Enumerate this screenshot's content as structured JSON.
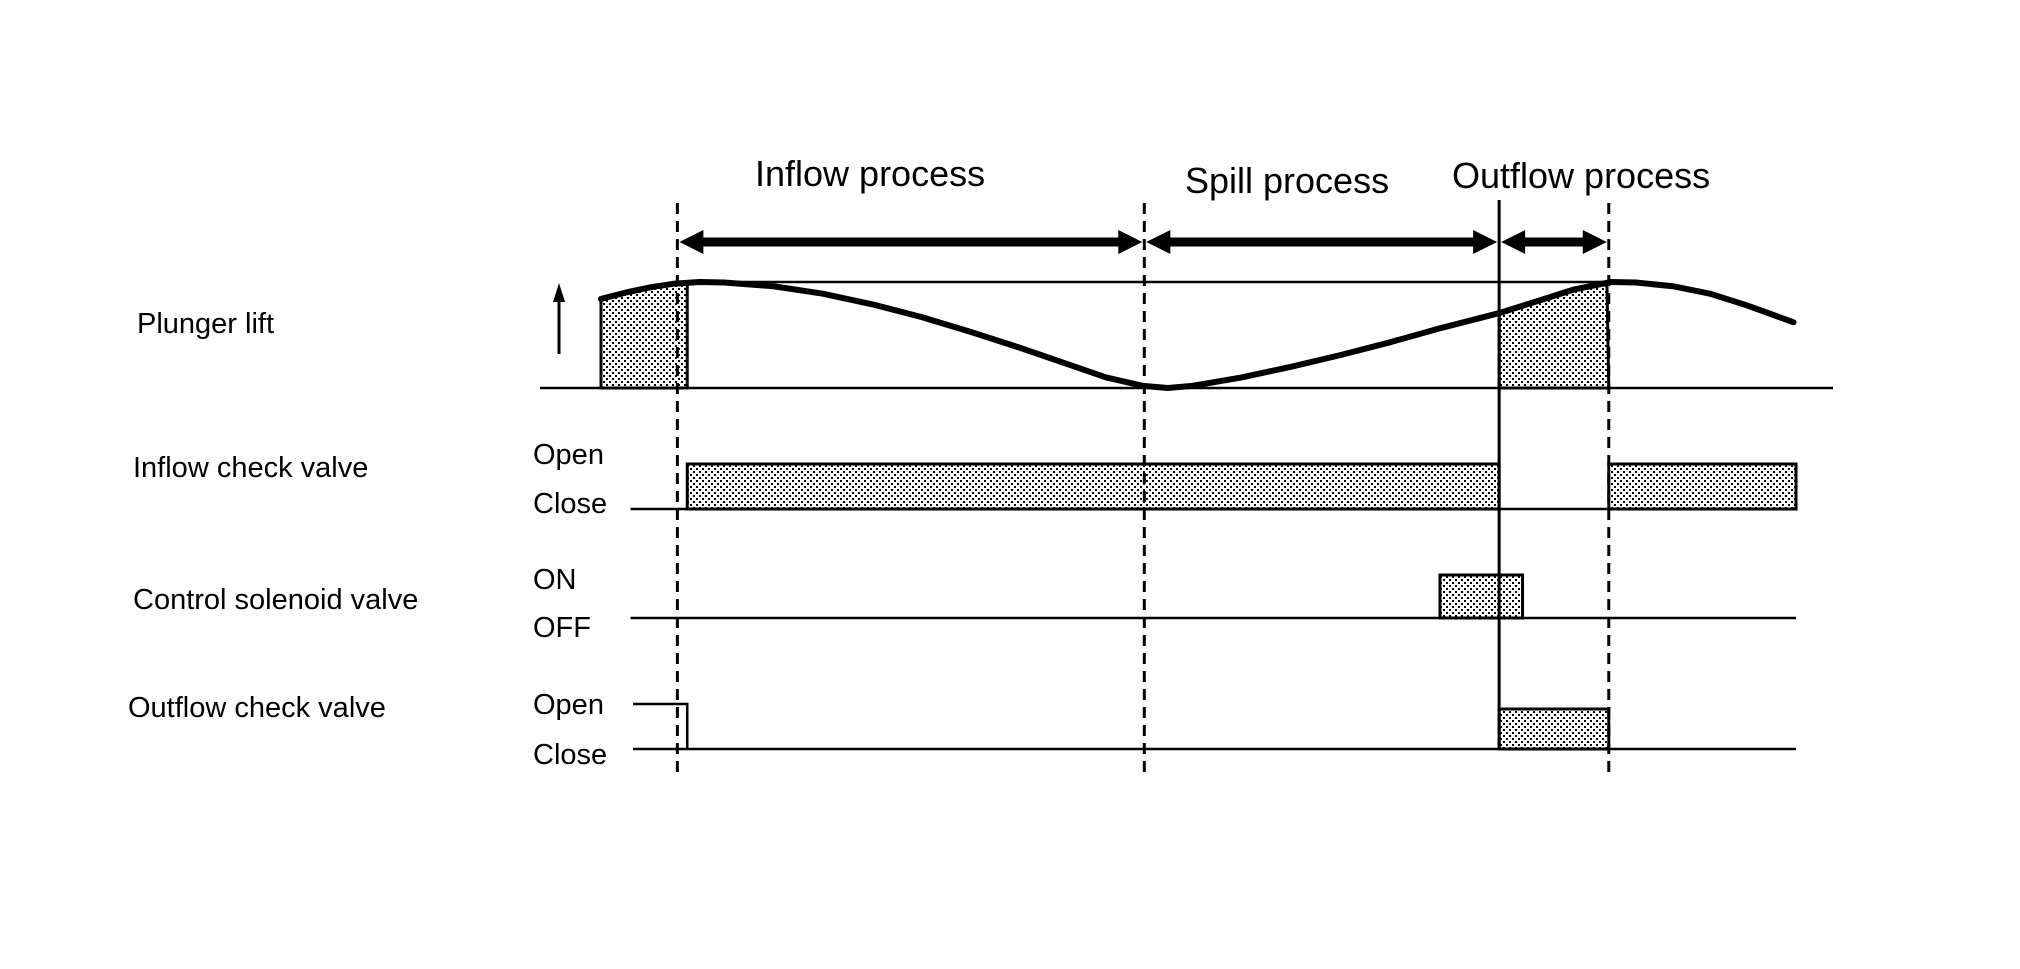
{
  "title": "Fuel pump operation timing diagram",
  "colors": {
    "ink": "#000000",
    "background": "#ffffff",
    "hatch_fill": "#d8d8d8"
  },
  "timeline_units": "percent of diagram time span",
  "processes": [
    {
      "label": "Inflow process",
      "start": 6.2,
      "end": 44.1
    },
    {
      "label": "Spill process",
      "start": 44.1,
      "end": 72.9
    },
    {
      "label": "Outflow process",
      "start": 72.9,
      "end": 81.8
    }
  ],
  "event_markers": [
    {
      "name": "inflow-start",
      "t": 6.2,
      "style": "dashed"
    },
    {
      "name": "spill-start",
      "t": 44.1,
      "style": "dashed"
    },
    {
      "name": "outflow-start",
      "t": 72.9,
      "style": "solid"
    },
    {
      "name": "outflow-end",
      "t": 81.8,
      "style": "dashed"
    }
  ],
  "rows": [
    {
      "id": "plunger-lift",
      "label": "Plunger lift",
      "type": "curve",
      "axis_arrow": "up-arrow-icon",
      "baseline_end": 100,
      "max_line": {
        "start": 7.0,
        "end": 81.8
      },
      "curve": [
        [
          0,
          0.84
        ],
        [
          2,
          0.9
        ],
        [
          4,
          0.95
        ],
        [
          6,
          0.985
        ],
        [
          8,
          1.0
        ],
        [
          10,
          0.995
        ],
        [
          14,
          0.96
        ],
        [
          18,
          0.89
        ],
        [
          22,
          0.79
        ],
        [
          26,
          0.67
        ],
        [
          30,
          0.53
        ],
        [
          34,
          0.38
        ],
        [
          38,
          0.22
        ],
        [
          41,
          0.1
        ],
        [
          44,
          0.02
        ],
        [
          46,
          0.0
        ],
        [
          48,
          0.02
        ],
        [
          52,
          0.1
        ],
        [
          56,
          0.2
        ],
        [
          60,
          0.31
        ],
        [
          64,
          0.43
        ],
        [
          68,
          0.56
        ],
        [
          72,
          0.68
        ],
        [
          73,
          0.71
        ],
        [
          76,
          0.82
        ],
        [
          79,
          0.93
        ],
        [
          82,
          1.0
        ],
        [
          84,
          0.995
        ],
        [
          87,
          0.96
        ],
        [
          90,
          0.89
        ],
        [
          93,
          0.78
        ],
        [
          96.8,
          0.62
        ]
      ],
      "shaded": [
        {
          "start": 0,
          "end": 7.0
        },
        {
          "start": 72.9,
          "end": 81.8
        }
      ]
    },
    {
      "id": "inflow-check-valve",
      "label": "Inflow check valve",
      "type": "state",
      "high_label": "Open",
      "low_label": "Close",
      "baseline_start": 2.4,
      "baseline_end": 97.0,
      "high_intervals": [
        {
          "start": 7.0,
          "end": 72.9
        },
        {
          "start": 81.8,
          "end": 97.0
        }
      ]
    },
    {
      "id": "control-solenoid-valve",
      "label": "Control solenoid valve",
      "type": "state",
      "high_label": "ON",
      "low_label": "OFF",
      "baseline_start": 2.4,
      "baseline_end": 97.0,
      "high_intervals": [
        {
          "start": 68.1,
          "end": 74.8
        }
      ]
    },
    {
      "id": "outflow-check-valve",
      "label": "Outflow check valve",
      "type": "state",
      "high_label": "Open",
      "low_label": "Close",
      "baseline_start": 2.6,
      "baseline_end": 97.0,
      "initial_open_until": 7.0,
      "high_intervals": [
        {
          "start": 72.9,
          "end": 81.8
        }
      ]
    }
  ]
}
